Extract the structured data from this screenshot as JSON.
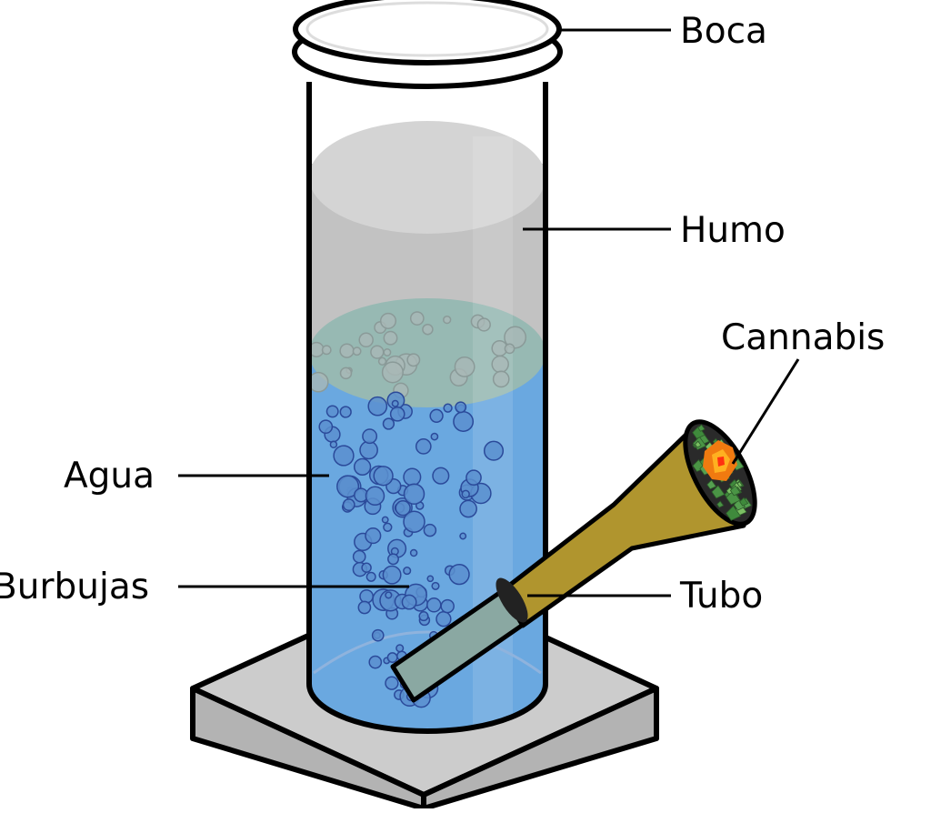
{
  "labels": {
    "boca": "Boca",
    "humo": "Humo",
    "cannabis": "Cannabis",
    "agua": "Agua",
    "burbujas": "Burbujas",
    "tubo": "Tubo"
  },
  "colors": {
    "outline": "#000000",
    "water": "#6aa8e0",
    "water_surface": "#97b9b3",
    "smoke": "#c2c2c2",
    "smoke_top": "#d4d4d4",
    "base_top": "#cccccc",
    "base_side": "#b3b3b3",
    "stem": "#8aa8a2",
    "bowl": "#b0952e",
    "ember": "#f07a10",
    "herb": "#55a050"
  }
}
